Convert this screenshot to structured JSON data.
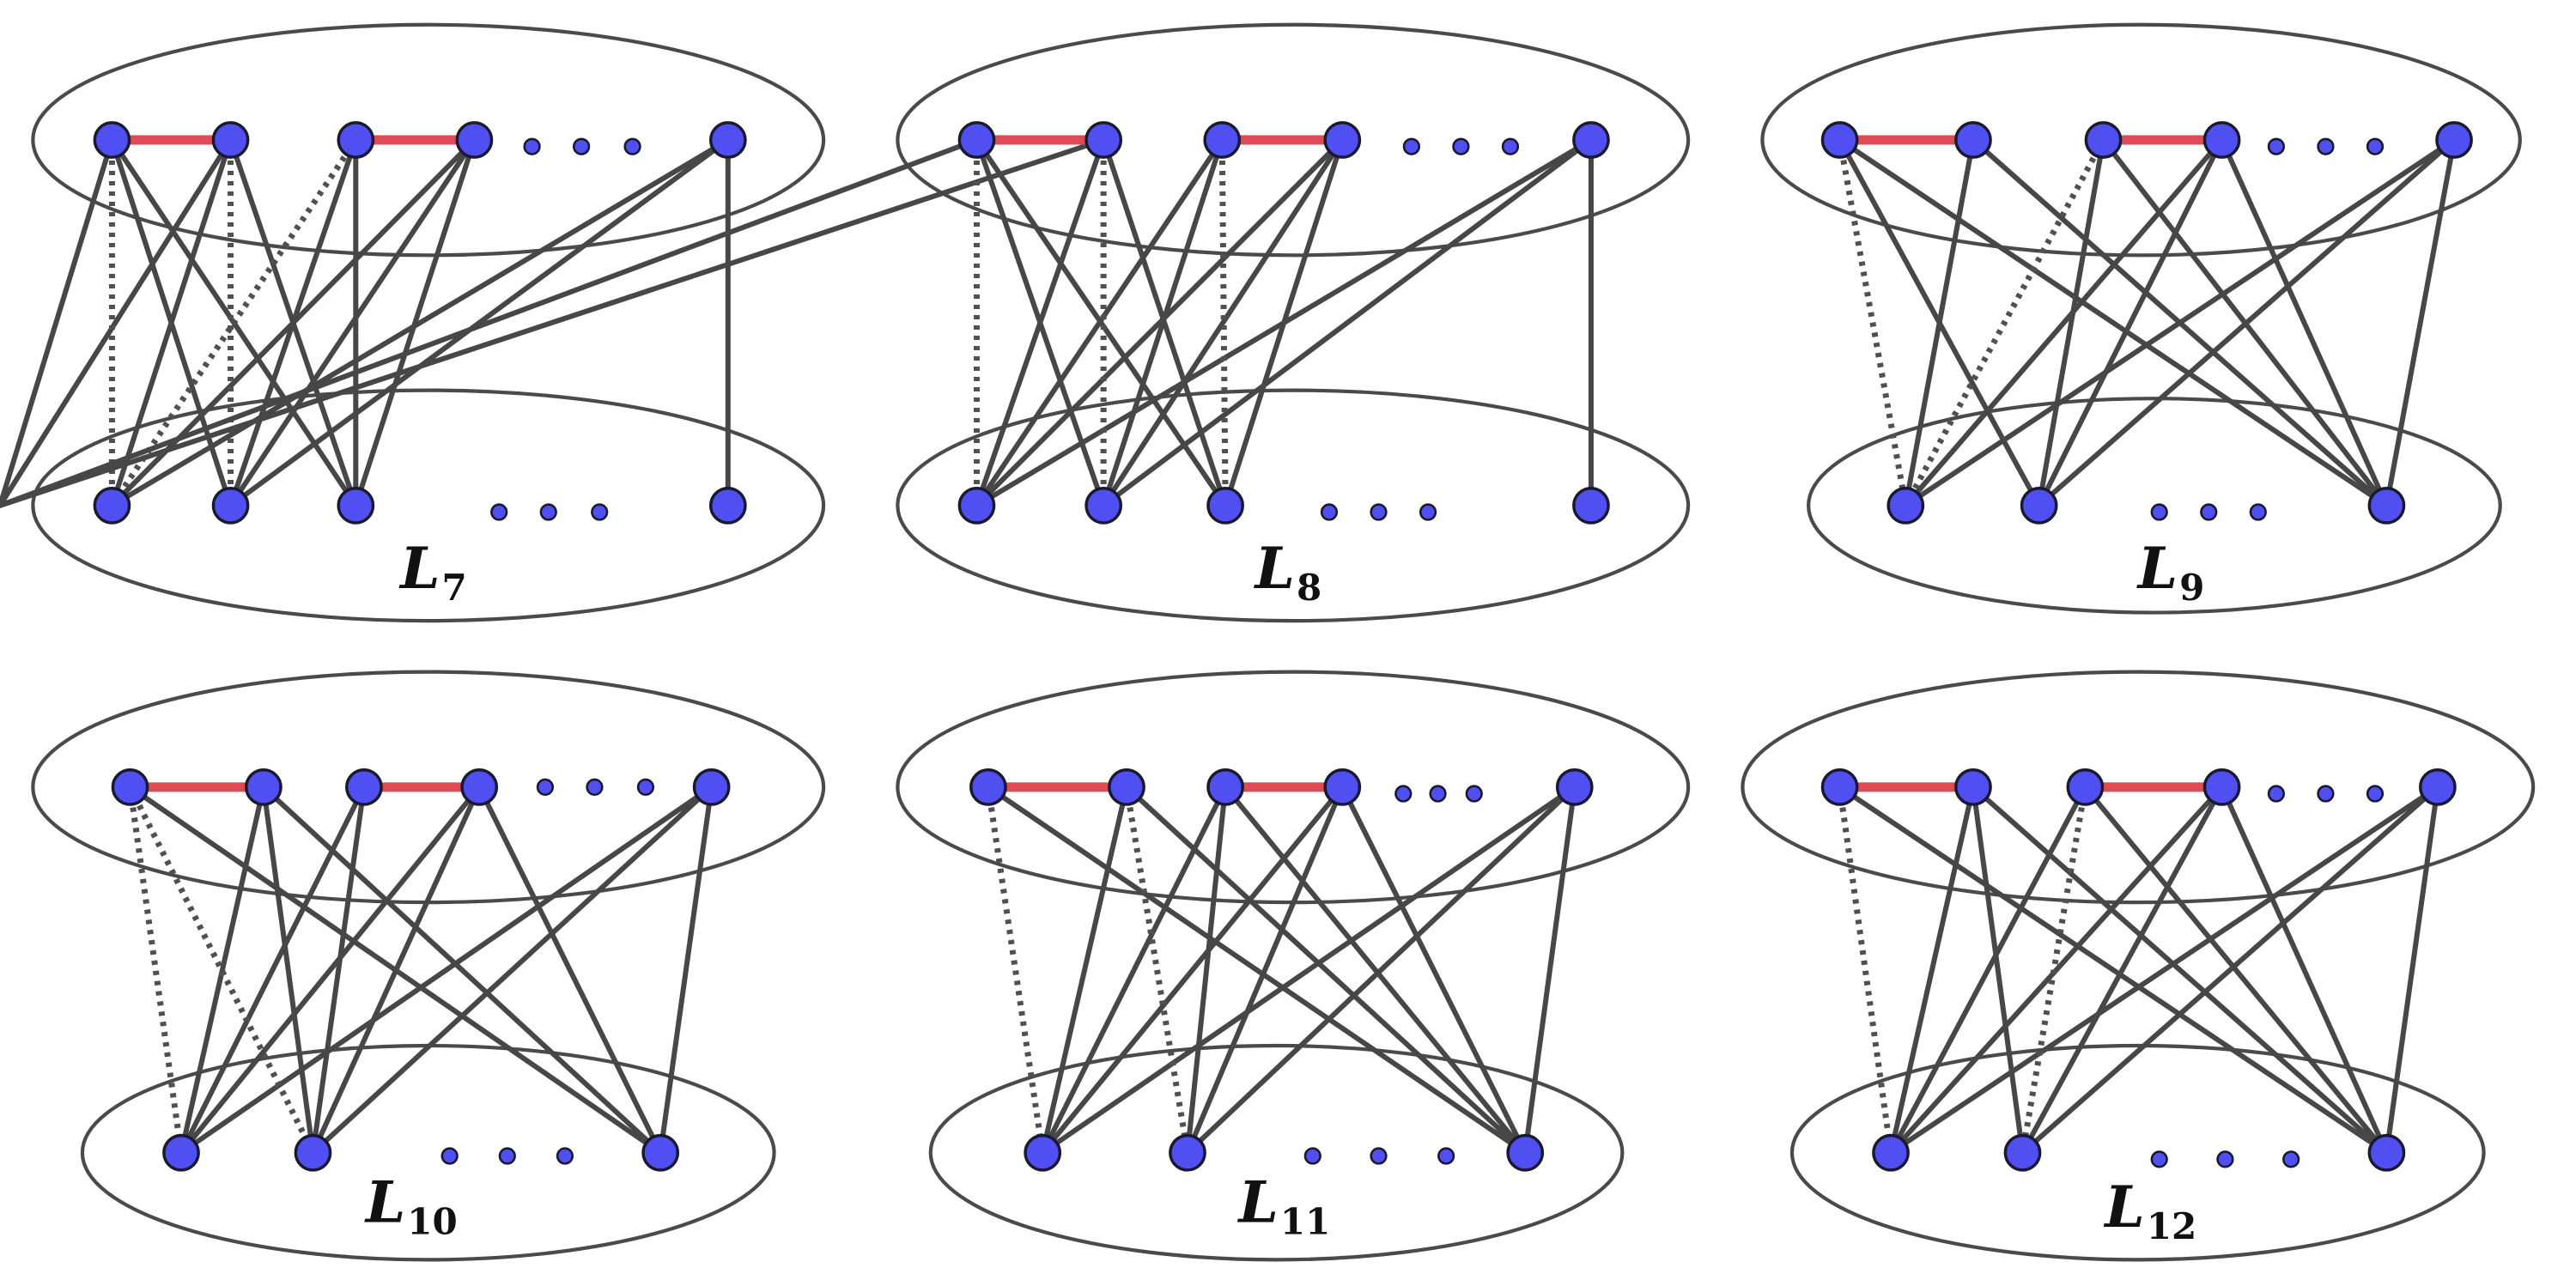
{
  "colors": {
    "vertex_fill": "#5050f2",
    "vertex_stroke": "#1a1a2e",
    "edge": "#474747",
    "highlight_edge": "#dc4c54",
    "ellipse": "#4a4a4a",
    "background": "#ffffff"
  },
  "panels": [
    {
      "label": "L",
      "subscript": "7"
    },
    {
      "label": "L",
      "subscript": "8"
    },
    {
      "label": "L",
      "subscript": "9"
    },
    {
      "label": "L",
      "subscript": "10"
    },
    {
      "label": "L",
      "subscript": "11"
    },
    {
      "label": "L",
      "subscript": "12"
    }
  ]
}
